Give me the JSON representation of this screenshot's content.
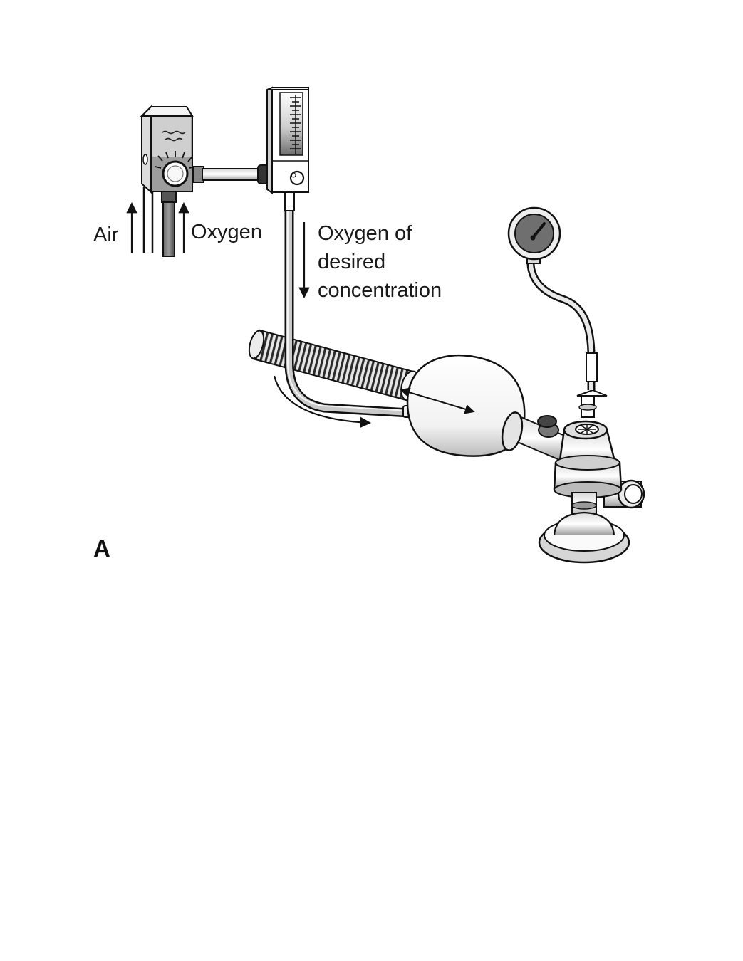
{
  "labels": {
    "air": "Air",
    "oxygen": "Oxygen",
    "mixed_line1": "Oxygen of",
    "mixed_line2": "desired",
    "mixed_line3": "concentration",
    "panel": "A"
  },
  "components": {
    "blender": "air-oxygen-blender",
    "flowmeter": "flowmeter",
    "reservoir": "corrugated-reservoir-tube",
    "bag": "self-inflating-bag",
    "valve": "patient-valve",
    "manometer": "pressure-manometer",
    "mask": "face-mask"
  }
}
